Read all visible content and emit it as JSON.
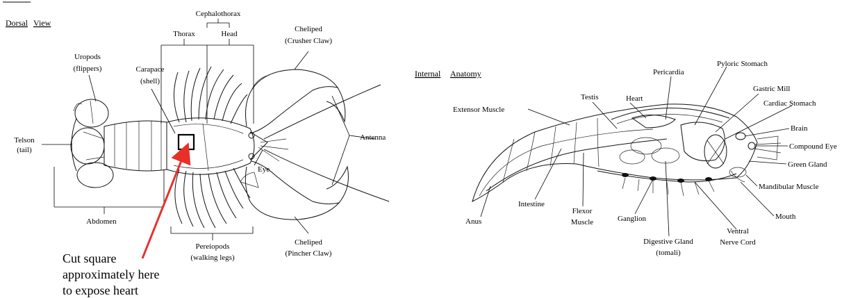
{
  "dorsal": {
    "heading": [
      "Dorsal",
      "View"
    ],
    "labels": {
      "cephalothorax": "Cephalothorax",
      "thorax": "Thorax",
      "head": "Head",
      "cheliped_crusher": [
        "Cheliped",
        "(Crusher Claw)"
      ],
      "uropods": [
        "Uropods",
        "(flippers)"
      ],
      "carapace": [
        "Carapace",
        "(shell)"
      ],
      "telson": [
        "Telson",
        "(tail)"
      ],
      "antenna": "Antenna",
      "eye": "Eye",
      "abdomen": "Abdomen",
      "cheliped_pincher": [
        "Cheliped",
        "(Pincher Claw)"
      ],
      "pereiopods": [
        "Pereiopods",
        "(walking legs)"
      ]
    },
    "note": [
      "Cut square",
      "approximately here",
      "to expose heart"
    ],
    "colors": {
      "arrow": "#e8302a"
    }
  },
  "internal": {
    "heading": [
      "Internal",
      "Anatomy"
    ],
    "labels": {
      "pericardia": "Pericardia",
      "pyloric_stomach": "Pyloric Stomach",
      "testis": "Testis",
      "heart": "Heart",
      "gastric_mill": "Gastric Mill",
      "extensor_muscle": "Extensor Muscle",
      "cardiac_stomach": "Cardiac Stomach",
      "brain": "Brain",
      "compound_eye": "Compound Eye",
      "green_gland": "Green Gland",
      "mandibular_muscle": "Mandibular Muscle",
      "mouth": "Mouth",
      "intestine": "Intestine",
      "flexor_muscle": [
        "Flexor",
        "Muscle"
      ],
      "anus": "Anus",
      "ganglion": "Ganglion",
      "digestive_gland": [
        "Digestive Gland",
        "(tomali)"
      ],
      "ventral_nerve_cord": [
        "Ventral",
        "Nerve Cord"
      ]
    }
  }
}
